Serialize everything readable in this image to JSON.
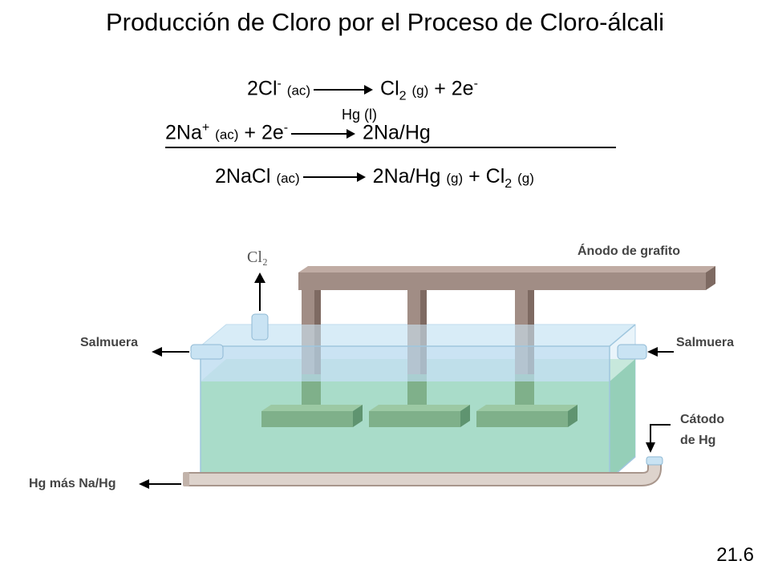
{
  "title": "Producción de Cloro por el Proceso de Cloro-álcali",
  "equations": {
    "eq1": {
      "lhs": "2Cl",
      "lhs_sup": "-",
      "lhs_state": "(ac)",
      "rhs_a": "Cl",
      "rhs_a_sub": "2",
      "rhs_a_state": "(g)",
      "rhs_b": "+ 2e",
      "rhs_b_sup": "-"
    },
    "eq2": {
      "lhs_a": "2Na",
      "lhs_a_sup": "+",
      "lhs_a_state": "(ac)",
      "lhs_b": "+ 2e",
      "lhs_b_sup": "-",
      "over_arrow": "Hg (l)",
      "rhs": "2Na/Hg"
    },
    "eq3": {
      "lhs": "2NaCl",
      "lhs_state": "(ac)",
      "rhs_a": "2Na/Hg",
      "rhs_a_state": "(g)",
      "rhs_b": "+ Cl",
      "rhs_b_sub": "2",
      "rhs_b_state": "(g)"
    }
  },
  "diagram": {
    "cl2_label": "Cl₂",
    "anode_label": "Ánodo de grafito",
    "brine_left": "Salmuera",
    "brine_right": "Salmuera",
    "cathode_label_1": "Cátodo",
    "cathode_label_2": "de Hg",
    "outlet_label": "Hg más Na/Hg",
    "colors": {
      "anode": "#a18d85",
      "anode_dark": "#7e6a62",
      "liquid": "#a9dcc9",
      "glass": "#cde6f5",
      "rod": "#7fb08a",
      "pipe": "#d9cfc8"
    }
  },
  "page_number": "21.6"
}
